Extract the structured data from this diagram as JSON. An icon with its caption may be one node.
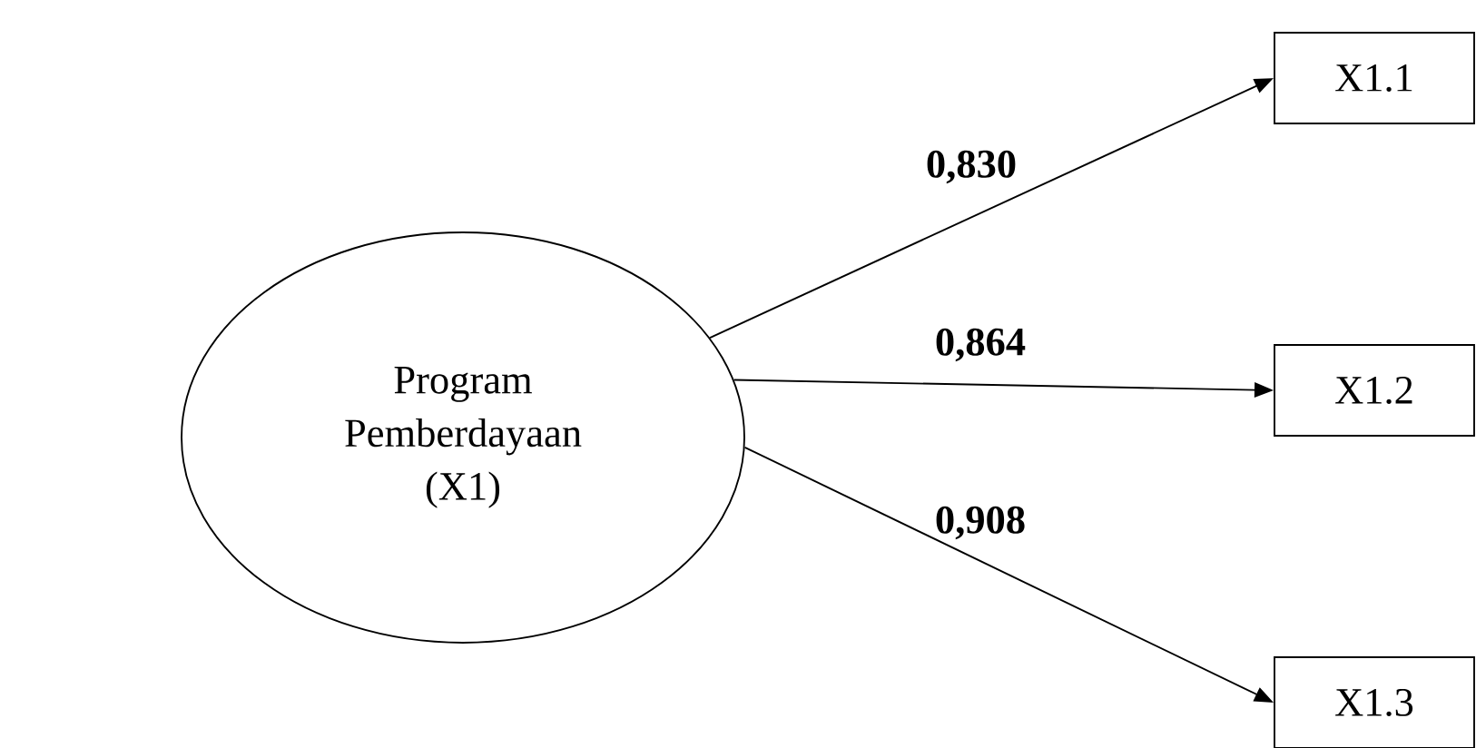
{
  "diagram": {
    "nodes": [
      {
        "text": [
          "Program Pemberdayaan (X1)"
        ]
      },
      {
        "text": [
          "X1.1"
        ]
      },
      {
        "text": [
          "X1.2"
        ]
      },
      {
        "text": [
          "X1.3"
        ]
      }
    ],
    "edges": [
      {
        "from": 0,
        "to": 1,
        "arrow": "to",
        "label": "0,830"
      },
      {
        "from": 0,
        "to": 2,
        "arrow": "to",
        "label": "0,864"
      },
      {
        "from": 0,
        "to": 3,
        "arrow": "to",
        "label": "0,908"
      }
    ]
  }
}
